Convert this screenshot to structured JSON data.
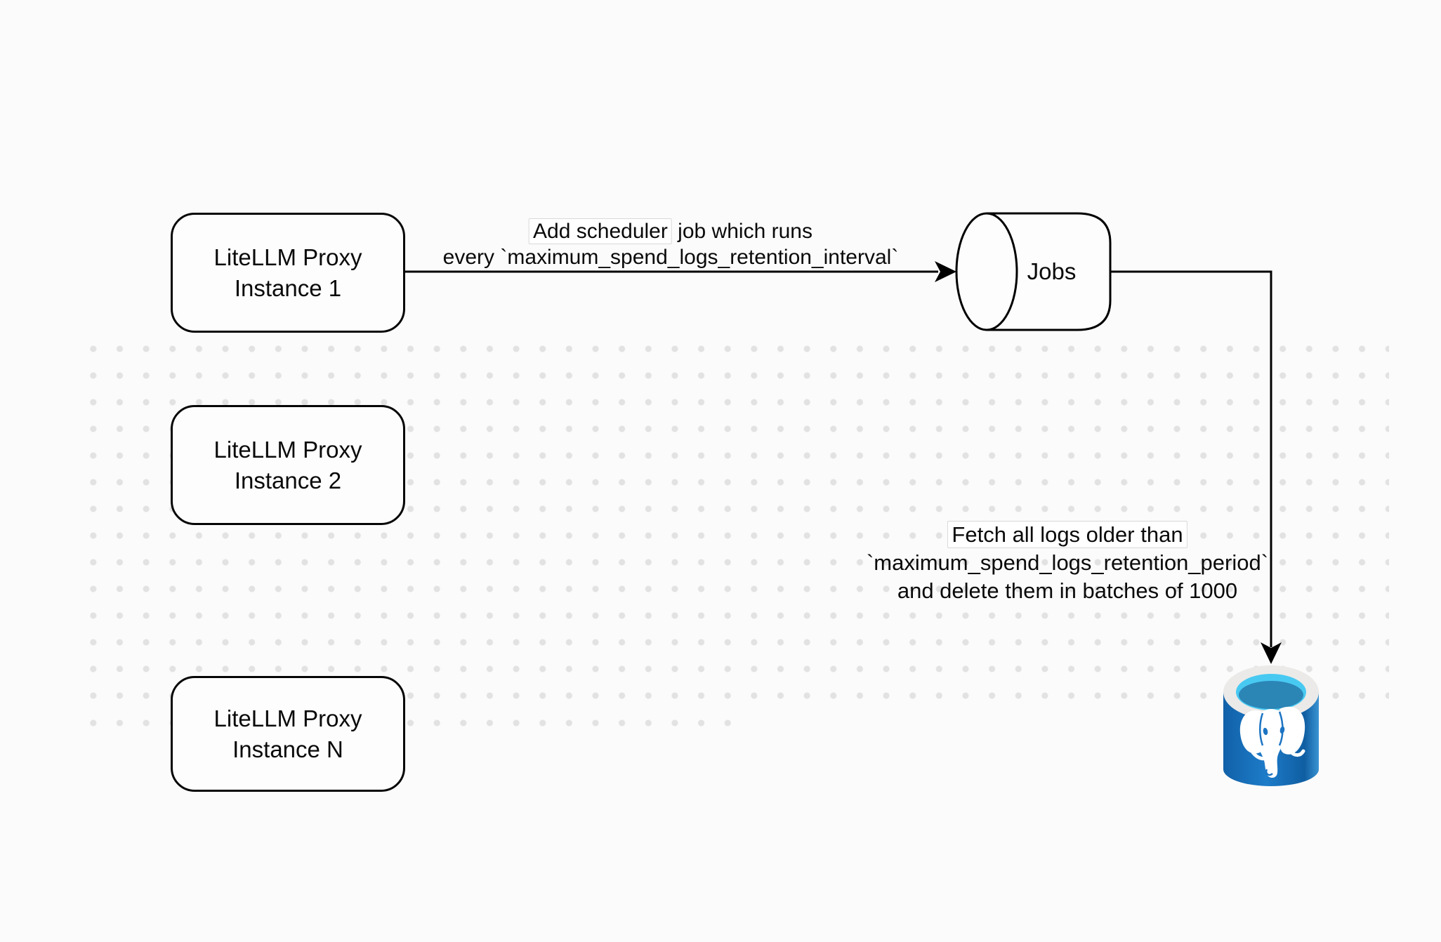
{
  "diagram": {
    "proxy_instances": [
      {
        "line1": "LiteLLM Proxy",
        "line2": "Instance 1"
      },
      {
        "line1": "LiteLLM Proxy",
        "line2": "Instance 2"
      },
      {
        "line1": "LiteLLM Proxy",
        "line2": "Instance N"
      }
    ],
    "jobs_node": {
      "label": "Jobs"
    },
    "edge_scheduler": {
      "line1_highlighted": "Add scheduler",
      "line1_rest": " job which runs",
      "line2": "every `maximum_spend_logs_retention_interval`"
    },
    "edge_delete": {
      "line1": "Fetch all logs older than",
      "line2": "`maximum_spend_logs_retention_period`",
      "line3": "and delete them in batches of 1000"
    },
    "icons": {
      "postgres": "postgresql-database-icon"
    },
    "colors": {
      "background": "#fbfbfb",
      "dot": "#e2e2e2",
      "stroke": "#000000",
      "postgres_body_dark": "#1161a8",
      "postgres_body_mid": "#1e7cc9",
      "postgres_rim": "#eceae8",
      "postgres_cyan": "#48c9f2",
      "postgres_liquid": "#2b85b5",
      "elephant": "#ffffff"
    }
  }
}
